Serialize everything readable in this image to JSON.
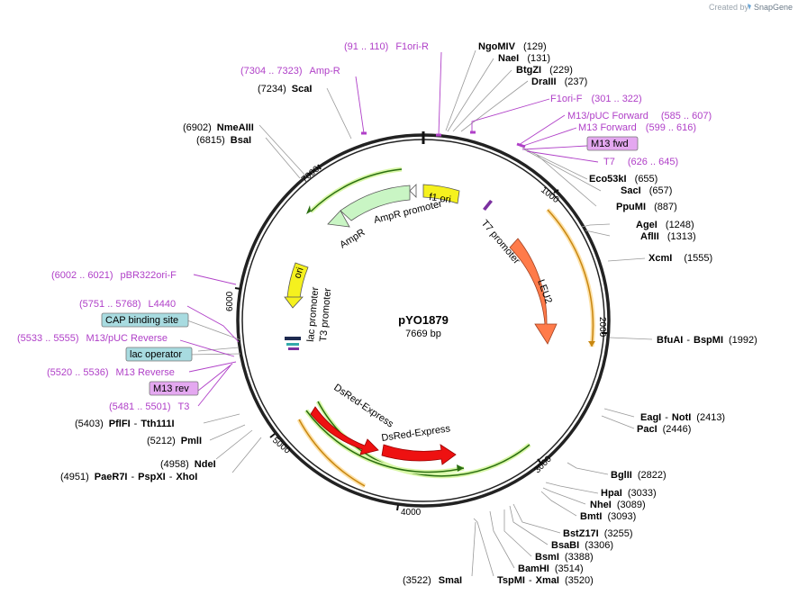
{
  "branding": {
    "created_by": "Created by",
    "brand": "SnapGene"
  },
  "plasmid": {
    "name": "pYO1879",
    "length": "7669 bp"
  },
  "ticks": [
    "1000",
    "2000",
    "3000",
    "4000",
    "5000",
    "6000",
    "7000"
  ],
  "features": [
    {
      "label": "f1 ori",
      "color": "#f5f11e"
    },
    {
      "label": "AmpR",
      "color": "#c9f5c4"
    },
    {
      "label": "AmpR promoter",
      "color": "#ffffff"
    },
    {
      "label": "ori",
      "color": "#f5f11e"
    },
    {
      "label": "lac promoter",
      "color": "#ffffff"
    },
    {
      "label": "T3 promoter",
      "color": "#ffffff"
    },
    {
      "label": "T7 promoter",
      "color": "#ffffff"
    },
    {
      "label": "LEU2",
      "color": "#ff7b4a"
    },
    {
      "label": "DsRed-Express",
      "color": "#ee1111"
    },
    {
      "label": "DsRed-Express",
      "color": "#ee1111"
    }
  ],
  "enzymes": [
    {
      "name": "NgoMIV",
      "pos": "(129)"
    },
    {
      "name": "NaeI",
      "pos": "(131)"
    },
    {
      "name": "BtgZI",
      "pos": "(229)"
    },
    {
      "name": "DraIII",
      "pos": "(237)"
    },
    {
      "name": "Eco53kI",
      "pos": "(655)"
    },
    {
      "name": "SacI",
      "pos": "(657)"
    },
    {
      "name": "PpuMI",
      "pos": "(887)"
    },
    {
      "name": "AgeI",
      "pos": "(1248)"
    },
    {
      "name": "AflII",
      "pos": "(1313)"
    },
    {
      "name": "XcmI",
      "pos": "(1555)"
    },
    {
      "name": "BfuAI",
      "name2": "BspMI",
      "pos": "(1992)"
    },
    {
      "name": "EagI",
      "name2": "NotI",
      "pos": "(2413)"
    },
    {
      "name": "PacI",
      "pos": "(2446)"
    },
    {
      "name": "BglII",
      "pos": "(2822)"
    },
    {
      "name": "HpaI",
      "pos": "(3033)"
    },
    {
      "name": "NheI",
      "pos": "(3089)"
    },
    {
      "name": "BmtI",
      "pos": "(3093)"
    },
    {
      "name": "BstZ17I",
      "pos": "(3255)"
    },
    {
      "name": "BsaBI",
      "pos": "(3306)"
    },
    {
      "name": "BsmI",
      "pos": "(3388)"
    },
    {
      "name": "BamHI",
      "pos": "(3514)"
    },
    {
      "name": "TspMI",
      "name2": "XmaI",
      "pos": "(3520)"
    },
    {
      "name": "SmaI",
      "pos": "(3522)"
    },
    {
      "name": "PaeR7I",
      "name2": "PspXI",
      "name3": "XhoI",
      "pos": "(4951)"
    },
    {
      "name": "NdeI",
      "pos": "(4958)"
    },
    {
      "name": "PmlI",
      "pos": "(5212)"
    },
    {
      "name": "PflFI",
      "name2": "Tth111I",
      "pos": "(5403)"
    },
    {
      "name": "BsaI",
      "pos": "(6815)"
    },
    {
      "name": "NmeAIII",
      "pos": "(6902)"
    },
    {
      "name": "ScaI",
      "pos": "(7234)"
    }
  ],
  "primers": [
    {
      "range": "(91 .. 110)",
      "name": "F1ori-R"
    },
    {
      "range": "(7304 .. 7323)",
      "name": "Amp-R"
    },
    {
      "range": "(301 .. 322)",
      "name": "F1ori-F"
    },
    {
      "name": "M13/pUC Forward",
      "range": "(585 .. 607)"
    },
    {
      "name": "M13 Forward",
      "range": "(599 .. 616)"
    },
    {
      "name": "M13 fwd",
      "boxed": true,
      "color": "#e4a8f0"
    },
    {
      "name": "T7",
      "range": "(626 .. 645)"
    },
    {
      "range": "(6002 .. 6021)",
      "name": "pBR322ori-F"
    },
    {
      "range": "(5751 .. 5768)",
      "name": "L4440"
    },
    {
      "name": "CAP binding site",
      "boxed": true,
      "color": "#a8dbe0"
    },
    {
      "range": "(5533 .. 5555)",
      "name": "M13/pUC Reverse"
    },
    {
      "name": "lac operator",
      "boxed": true,
      "color": "#a8dbe0"
    },
    {
      "range": "(5520 .. 5536)",
      "name": "M13 Reverse"
    },
    {
      "name": "M13 rev",
      "boxed": true,
      "color": "#e4a8f0"
    },
    {
      "range": "(5481 .. 5501)",
      "name": "T3"
    }
  ],
  "colors": {
    "backbone": "#222222",
    "primer": "#b040c8",
    "orf": "#2a6e10",
    "promoter": "#ffffff"
  }
}
